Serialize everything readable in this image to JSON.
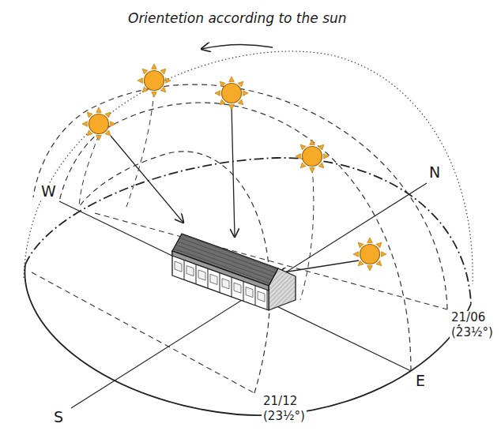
{
  "diagram": {
    "title": "Orientetion according to the sun",
    "labels": [
      "W",
      "N",
      "S",
      "E",
      "21/06",
      "(23½°)",
      "21/12",
      "(23½°)"
    ]
  }
}
